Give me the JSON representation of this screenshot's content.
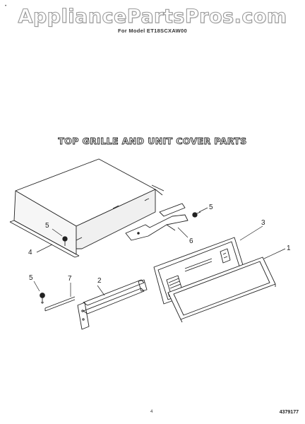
{
  "watermark": "AppliancePartsPros.com",
  "header": {
    "for_model": "For Model ET18SCXAW00"
  },
  "title": "TOP GRILLE AND UNIT COVER PARTS",
  "callouts": {
    "c1": "1",
    "c2": "2",
    "c3": "3",
    "c4": "4",
    "c5a": "5",
    "c5b": "5",
    "c5c": "5",
    "c6": "6",
    "c7": "7"
  },
  "footer": {
    "page": "4",
    "doc_code": "4379177"
  }
}
